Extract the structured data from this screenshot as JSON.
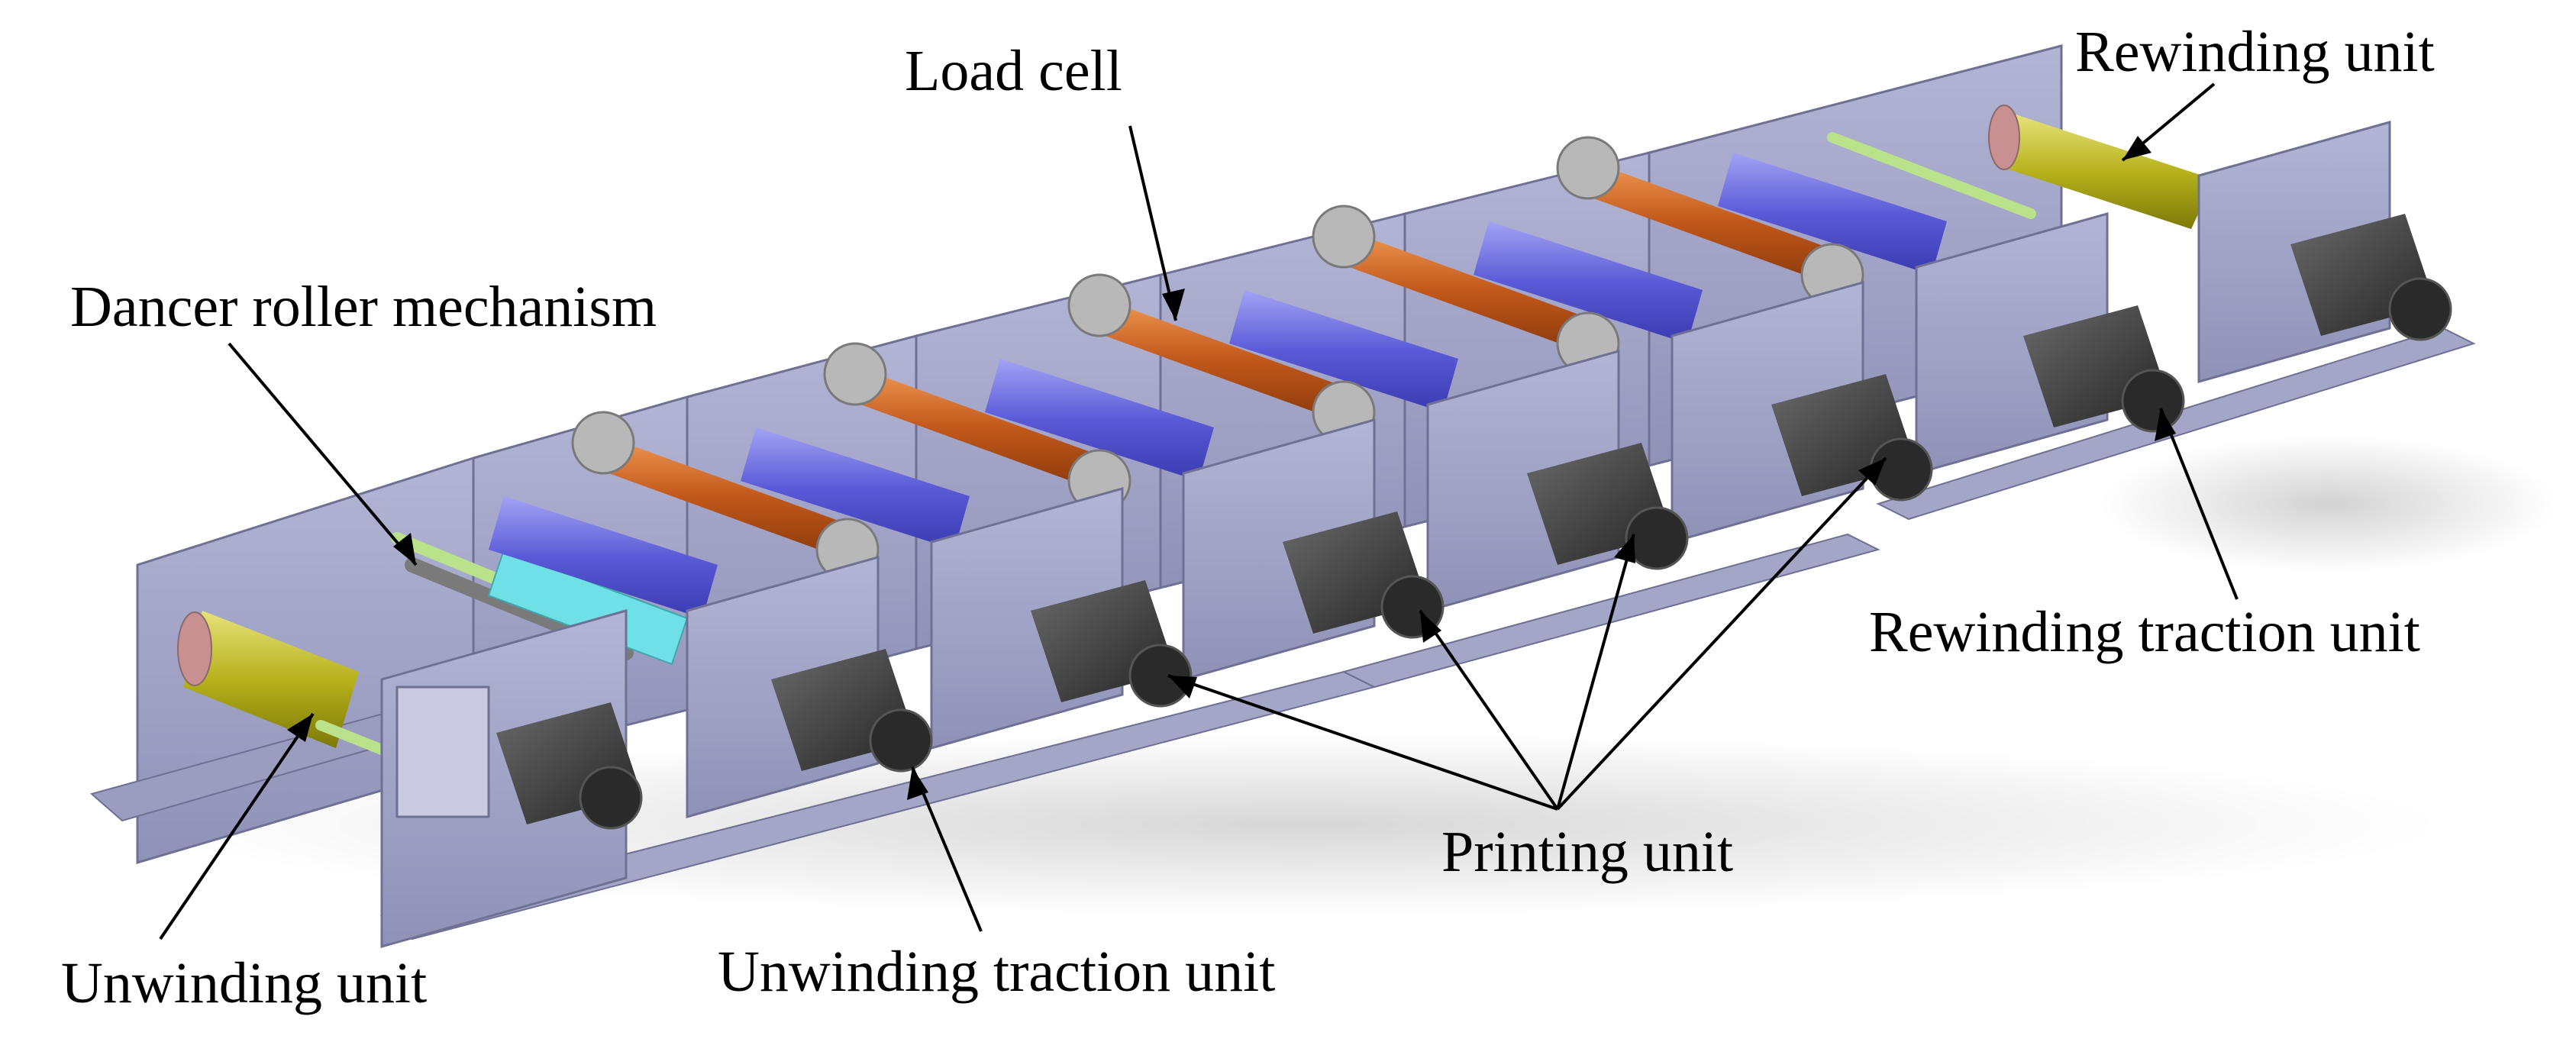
{
  "labels": {
    "load_cell": "Load cell",
    "rewinding_unit": "Rewinding unit",
    "dancer_roller_mechanism": "Dancer roller mechanism",
    "rewinding_traction_unit": "Rewinding traction unit",
    "printing_unit": "Printing unit",
    "unwinding_unit": "Unwinding unit",
    "unwinding_traction_unit": "Unwinding traction unit"
  },
  "colors": {
    "frame_plate": "#9c9ec6",
    "frame_plate_dark": "#6f7194",
    "base_plate": "#a4a6c8",
    "ink_roller": "#5a5ad8",
    "ink_roller_light": "#8e8ef0",
    "plate_roller": "#c2581a",
    "plate_roller_light": "#e0803a",
    "unwind_roll": "#b7b21c",
    "unwind_roll_light": "#dcd85a",
    "shaft_green": "#b9e28a",
    "cyan_roller": "#6fe0e6",
    "motor": "#3a3a3a",
    "bearing": "#b8b8b8",
    "leader_line": "#000000"
  }
}
